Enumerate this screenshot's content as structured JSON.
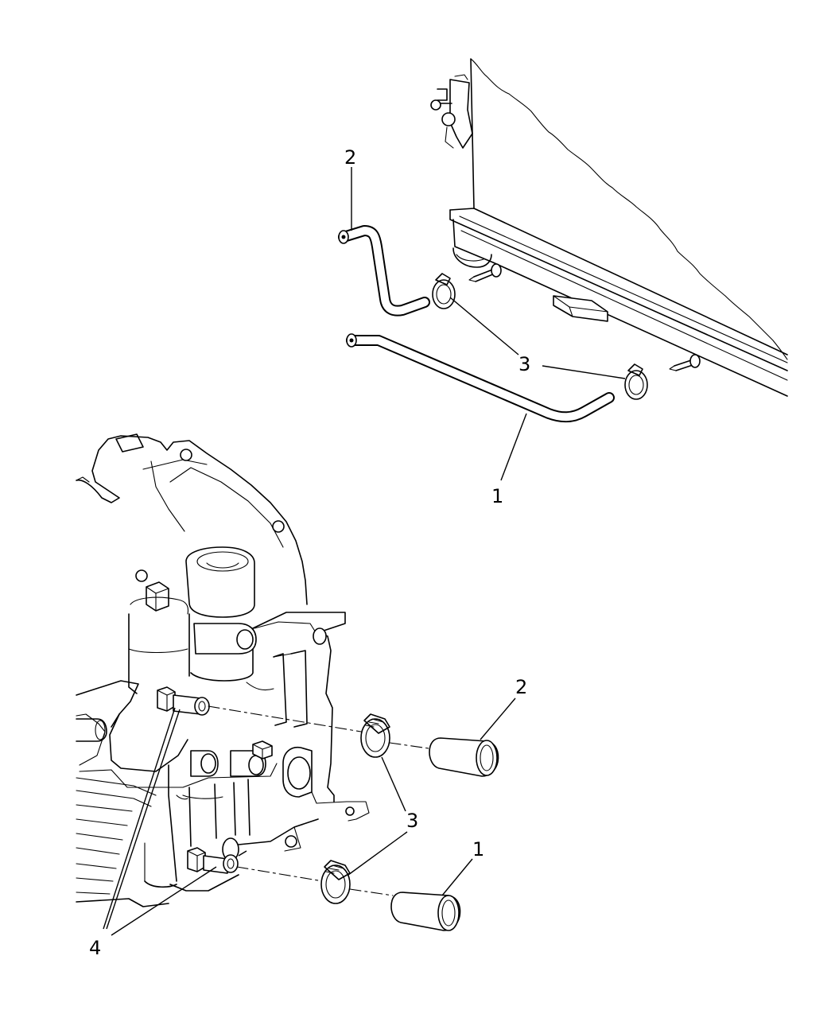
{
  "callouts": [
    {
      "id": "hose-1-upper",
      "label": "1"
    },
    {
      "id": "hose-2-upper",
      "label": "2"
    },
    {
      "id": "clamp-3-upper",
      "label": "3"
    },
    {
      "id": "hose-2-lower",
      "label": "2"
    },
    {
      "id": "clamp-3-lower",
      "label": "3"
    },
    {
      "id": "hose-1-lower",
      "label": "1"
    },
    {
      "id": "fitting-4",
      "label": "4"
    }
  ]
}
